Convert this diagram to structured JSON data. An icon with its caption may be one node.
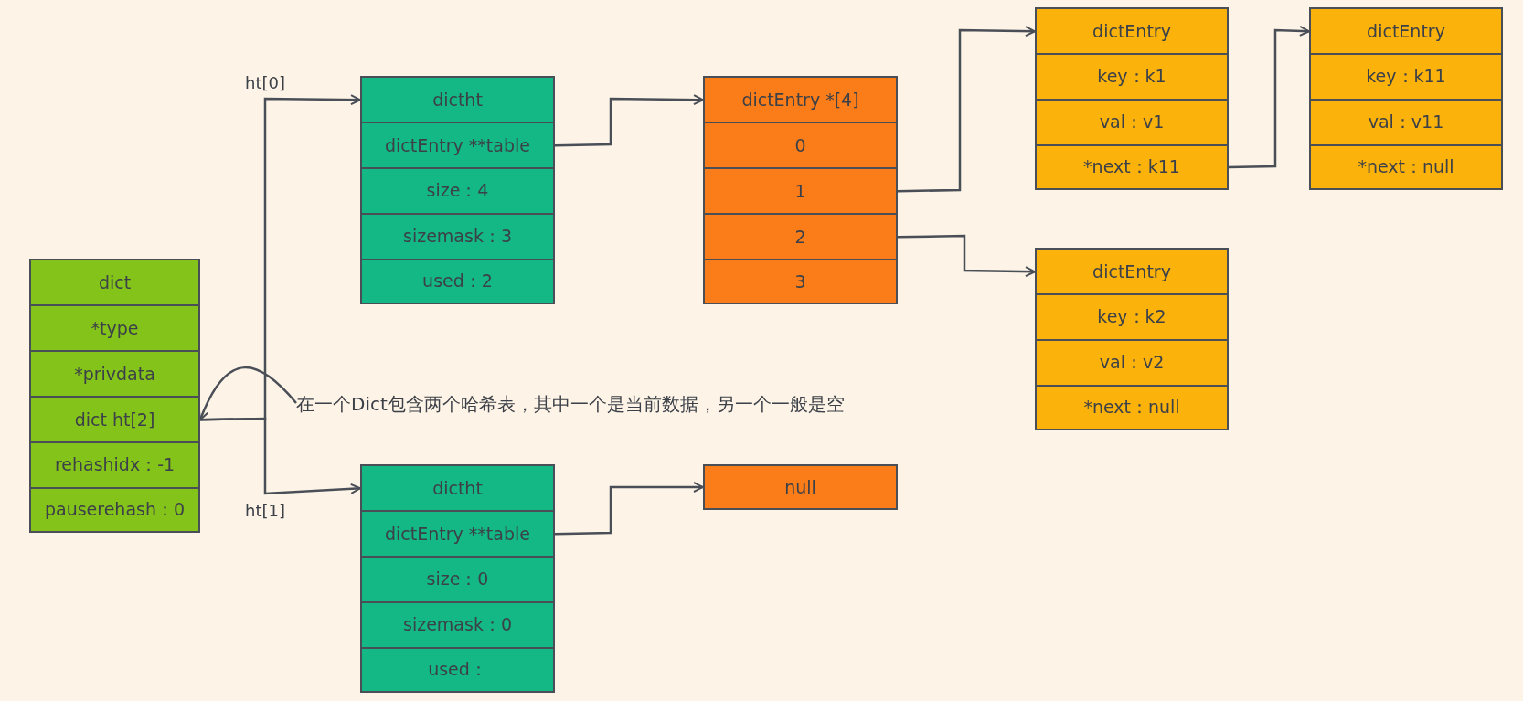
{
  "diagram": {
    "nodes": [
      {
        "text": [
          "dict"
        ]
      },
      {
        "text": [
          "*type"
        ]
      },
      {
        "text": [
          "*privdata"
        ]
      },
      {
        "text": [
          "dict ht[2]"
        ]
      },
      {
        "text": [
          "rehashidx：-1"
        ]
      },
      {
        "text": [
          "pauserehash：0"
        ]
      },
      {
        "text": [
          "dictht"
        ]
      },
      {
        "text": [
          "dictEntry **table"
        ]
      },
      {
        "text": [
          "size：4"
        ]
      },
      {
        "text": [
          "sizemask：3"
        ]
      },
      {
        "text": [
          "used：2"
        ]
      },
      {
        "text": [
          "dictht"
        ]
      },
      {
        "text": [
          "dictEntry **table"
        ]
      },
      {
        "text": [
          "size：0"
        ]
      },
      {
        "text": [
          "sizemask：0"
        ]
      },
      {
        "text": [
          "used："
        ]
      },
      {
        "text": [
          "dictEntry *[4]"
        ]
      },
      {
        "text": [
          "0"
        ]
      },
      {
        "text": [
          "1"
        ]
      },
      {
        "text": [
          "2"
        ]
      },
      {
        "text": [
          "3"
        ]
      },
      {
        "text": [
          "null"
        ]
      },
      {
        "text": [
          "dictEntry"
        ]
      },
      {
        "text": [
          "key：k1"
        ]
      },
      {
        "text": [
          "val：v1"
        ]
      },
      {
        "text": [
          "*next：k11"
        ]
      },
      {
        "text": [
          "dictEntry"
        ]
      },
      {
        "text": [
          "key：k11"
        ]
      },
      {
        "text": [
          "val：v11"
        ]
      },
      {
        "text": [
          "*next：null"
        ]
      },
      {
        "text": [
          "dictEntry"
        ]
      },
      {
        "text": [
          "key：k2"
        ]
      },
      {
        "text": [
          "val：v2"
        ]
      },
      {
        "text": [
          "*next：null"
        ]
      },
      {
        "text": [
          "在一个Dict包含两个哈希表，其中一个是当前数据，另一个一般是空"
        ]
      }
    ],
    "edges": [
      {
        "from": 3,
        "to": 6,
        "arrow": "to",
        "label": "ht[0]"
      },
      {
        "from": 3,
        "to": 11,
        "arrow": "to",
        "label": "ht[1]"
      },
      {
        "from": 7,
        "to": 16,
        "arrow": "to"
      },
      {
        "from": 12,
        "to": 21,
        "arrow": "to"
      },
      {
        "from": 18,
        "to": 22,
        "arrow": "to"
      },
      {
        "from": 19,
        "to": 30,
        "arrow": "to"
      },
      {
        "from": 25,
        "to": 26,
        "arrow": "to"
      },
      {
        "from": 34,
        "to": 3,
        "arrow": "to"
      }
    ]
  }
}
